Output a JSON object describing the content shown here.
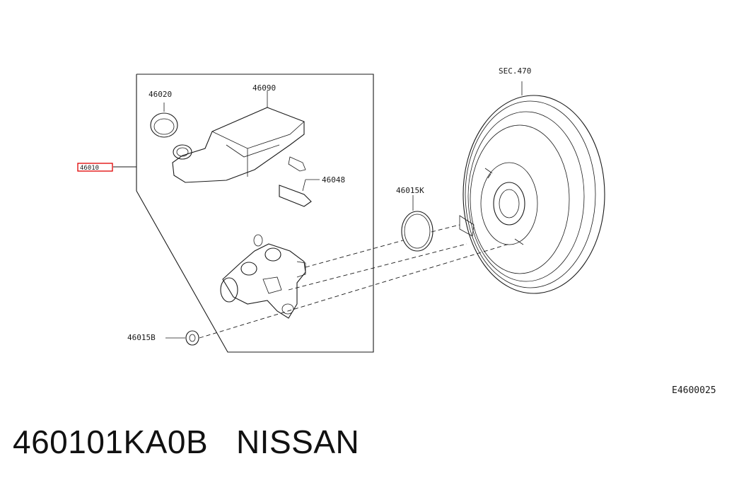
{
  "labels": {
    "reservoir_cap": "46020",
    "reservoir": "46090",
    "sensor": "46048",
    "master_cylinder_assy": "46010",
    "o_ring": "46015K",
    "nut": "46015B",
    "booster_section": "SEC.470",
    "diagram_code": "E4600025"
  },
  "colors": {
    "line": "#1a1a1a",
    "highlight": "#e00000"
  },
  "caption": "460101KA0B   NISSAN"
}
